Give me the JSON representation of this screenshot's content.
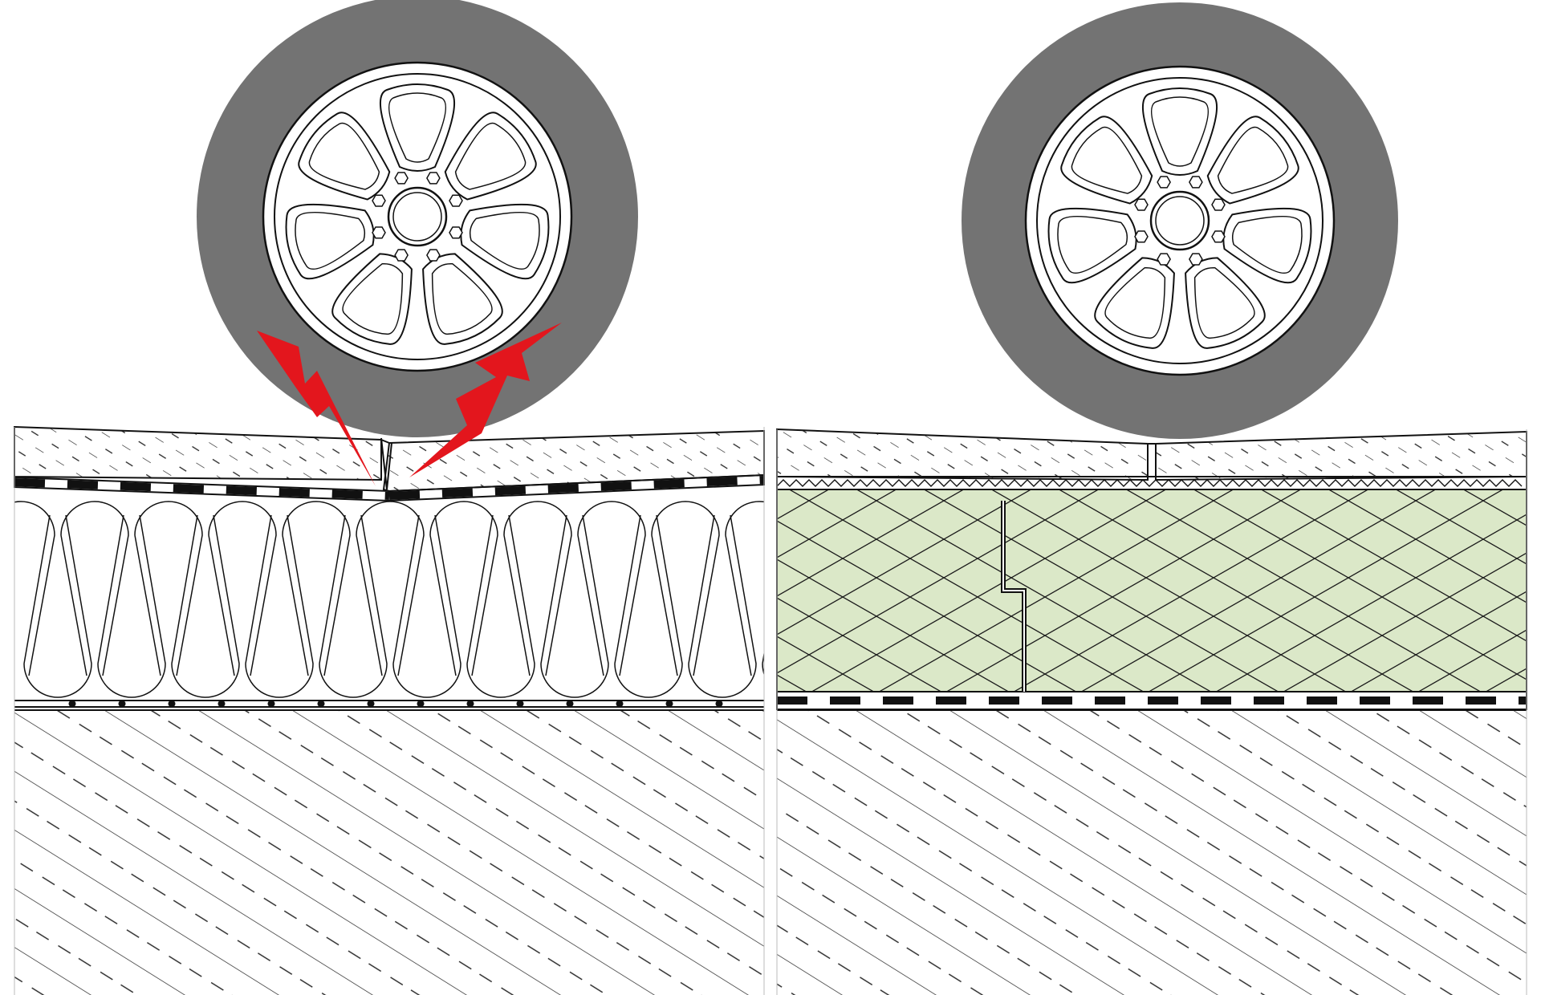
{
  "diagram": {
    "panels": [
      {
        "id": "left",
        "scenario": "compressible-insulation",
        "layers": [
          "screed-slab",
          "waterproofing-membrane",
          "mineral-wool-insulation",
          "vapour-barrier",
          "concrete-base"
        ],
        "warning_icons": [
          "lightning-bolt-icon",
          "lightning-bolt-icon"
        ]
      },
      {
        "id": "right",
        "scenario": "rigid-insulation",
        "layers": [
          "screed-slab",
          "separation-layer",
          "rigid-board-insulation",
          "waterproofing-membrane",
          "concrete-base"
        ],
        "warning_icons": []
      }
    ],
    "colors": {
      "tire": "#737373",
      "rim_fill": "#ffffff",
      "line": "#111111",
      "warning": "#e3161d",
      "rigid_insulation": "#dbe8c8",
      "membrane": "#111111"
    }
  }
}
